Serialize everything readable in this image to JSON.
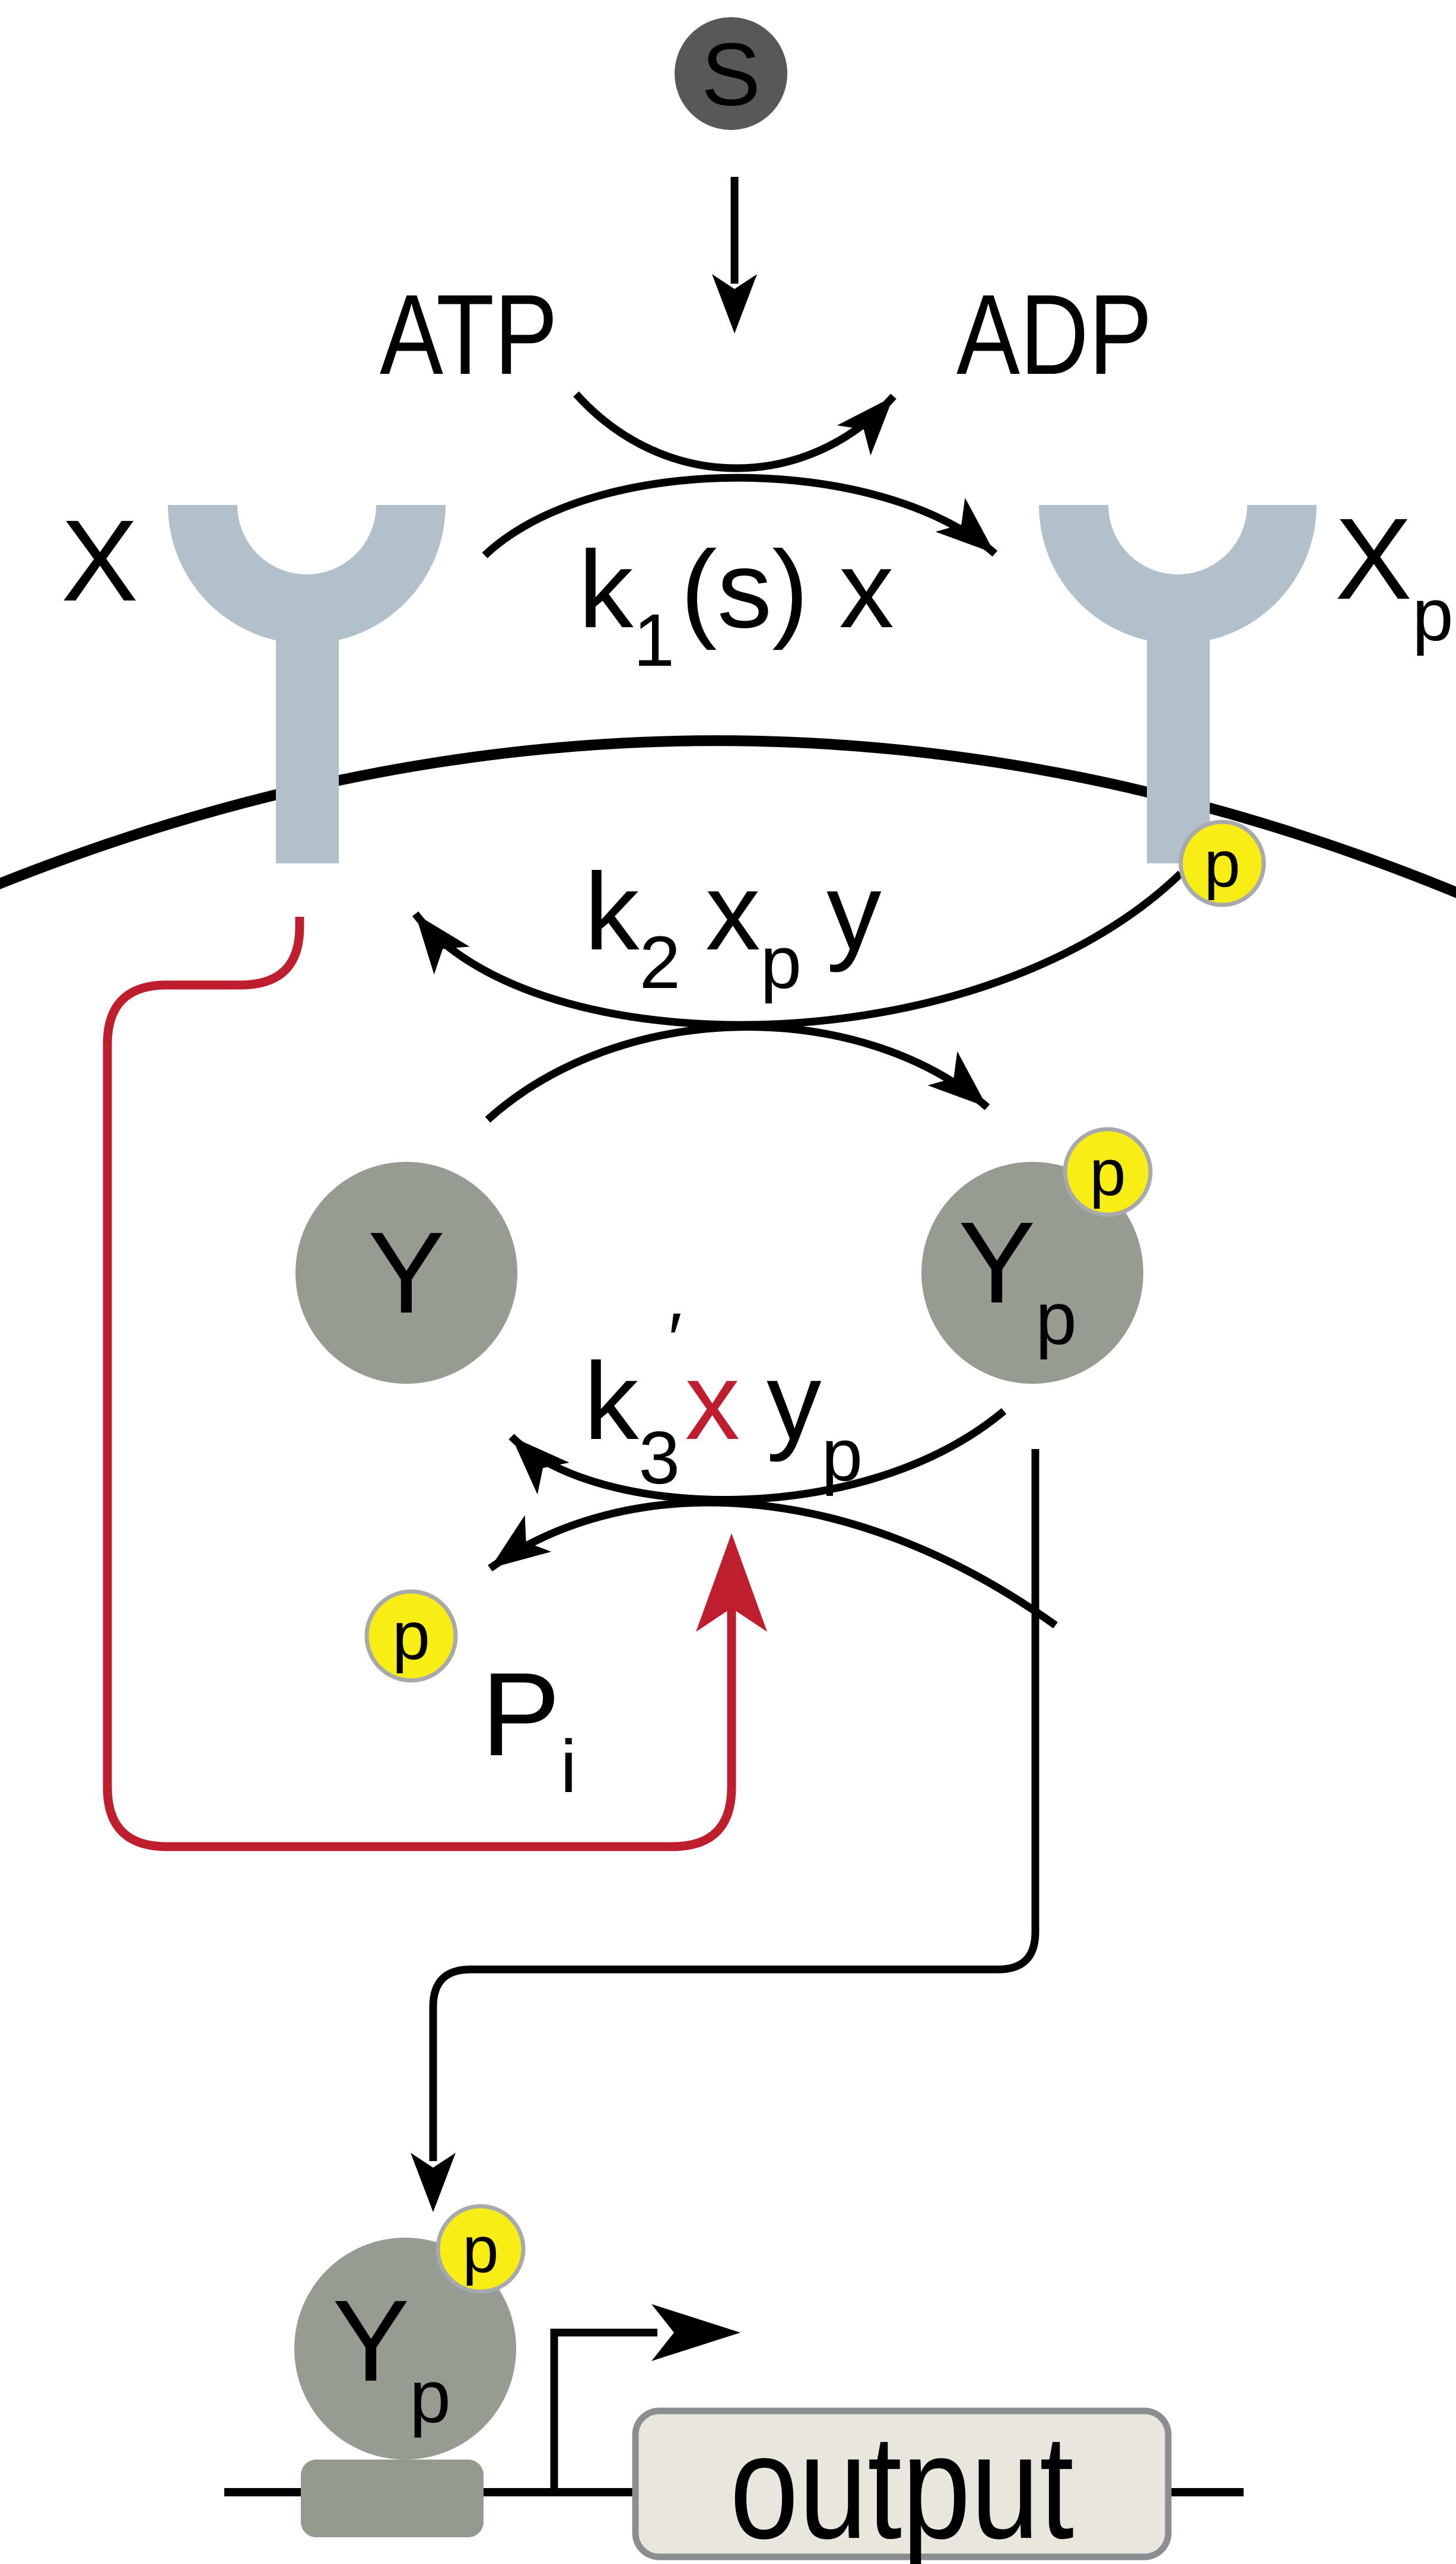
{
  "diagram": {
    "title": "Two-component signaling pathway with feedback",
    "signal": {
      "label": "S"
    },
    "cofactors": {
      "atp": "ATP",
      "adp": "ADP"
    },
    "receptors": {
      "x": {
        "label": "X"
      },
      "xp": {
        "label": "X",
        "sub": "p"
      }
    },
    "proteins": {
      "y": {
        "label": "Y"
      },
      "yp": {
        "label": "Y",
        "sub": "p"
      },
      "yp_dna": {
        "label": "Y",
        "sub": "p"
      }
    },
    "phosphate": {
      "label": "p"
    },
    "pi": {
      "label": "P",
      "sub": "i"
    },
    "reactions": {
      "k1": {
        "base": "k",
        "sub": "1",
        "rest": "(s) x"
      },
      "k2": {
        "base": "k",
        "sub": "2",
        "species1": "x",
        "species1_sub": "p",
        "species2": "y"
      },
      "k3": {
        "base": "k",
        "sub": "3",
        "prime": "′",
        "species_x": "x",
        "species_y": "y",
        "species_y_sub": "p"
      }
    },
    "gene": {
      "output_label": "output"
    }
  },
  "colors": {
    "receptor": "#b1c0ca",
    "protein_circle": "#979c92",
    "promoter_box": "#949a8e",
    "signal_circle": "#56585a",
    "signal_text": "#d9dadb",
    "phosphate_fill": "#f9ed16",
    "phosphate_stroke": "#a7a9ac",
    "feedback_red": "#bf1e2e",
    "output_fill": "#e9e6dd",
    "output_stroke": "#8b8e90",
    "line": "#000000"
  }
}
